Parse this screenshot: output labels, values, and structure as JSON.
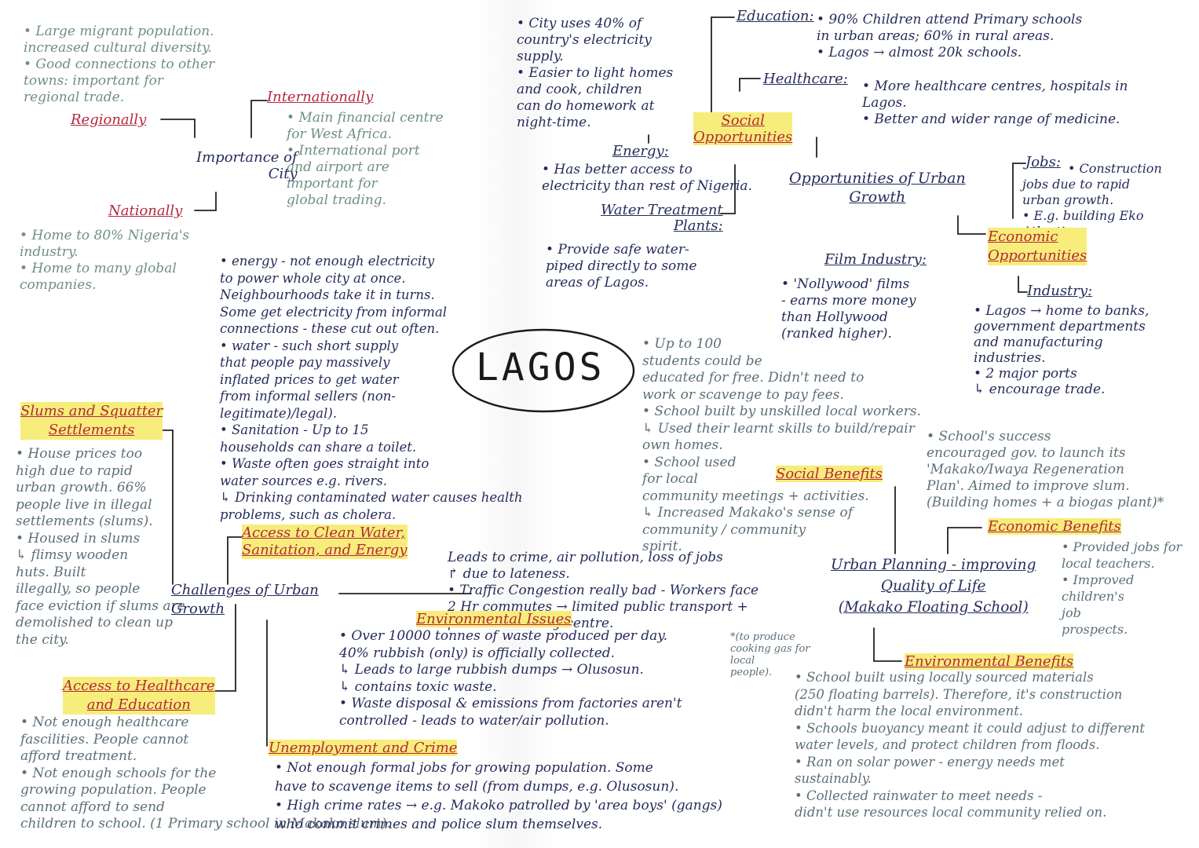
{
  "center": {
    "title": "LAGOS"
  },
  "importance": {
    "title": "Importance of\nCity",
    "regionally": {
      "label": "Regionally",
      "bullets": "• Large migrant population.\n  increased cultural diversity.\n• Good connections to other\n  towns: important for\n  regional trade."
    },
    "internationally": {
      "label": "Internationally",
      "bullets": "• Main financial centre\n  for West Africa.\n• International port\n  and airport are\n  important for\n  global trading."
    },
    "nationally": {
      "label": "Nationally",
      "bullets": "• Home to 80% Nigeria's\n  industry.\n• Home to many global\n  companies."
    }
  },
  "opportunities": {
    "title": "Opportunities of Urban\nGrowth",
    "social": {
      "label": "Social\nOpportunities",
      "education_label": "Education:",
      "education_text": "• 90% Children attend Primary schools\n  in urban areas; 60% in rural areas.\n• Lagos → almost 20k schools.",
      "healthcare_label": "Healthcare:",
      "healthcare_text": "• More healthcare centres, hospitals in\n  Lagos.\n• Better and wider range of medicine.",
      "electricity_text": "• City uses 40% of\n  country's electricity\n  supply.\n• Easier to light homes\n  and cook, children\n  can do homework at\n  night-time.",
      "energy_label": "Energy:",
      "energy_text": "• Has better access to\n  electricity than rest of Nigeria.",
      "water_label": "Water Treatment\nPlants:",
      "water_text": "• Provide safe water-\n  piped directly to some\n  areas of Lagos."
    },
    "economic": {
      "label": "Economic\nOpportunities",
      "jobs_label": "Jobs:",
      "jobs_text": "• Construction\n  jobs due to rapid\n  urban growth.\n• E.g. building Eko\n  Atlantic.",
      "film_label": "Film Industry:",
      "film_text": "• 'Nollywood' films\n  - earns more money\n  than Hollywood\n  (ranked higher).",
      "industry_label": "Industry:",
      "industry_text": "• Lagos → home to banks,\n  government departments\n  and manufacturing\n  industries.\n• 2 major ports\n  ↳ encourage trade."
    }
  },
  "challenges": {
    "title": "Challenges of Urban\nGrowth",
    "clean_water": {
      "label": "Access to Clean Water,\nSanitation, and Energy",
      "text": "• energy - not enough electricity\n  to power whole city at once.\n  Neighbourhoods take it in turns.\n  Some get electricity from informal\n  connections - these cut out often.\n• water - such short supply\n  that people pay massively\n  inflated prices to get water\n  from informal sellers (non-\n  legitimate)/legal).\n• Sanitation - Up to 15\n  households can share a toilet.\n• Waste often goes straight into\n  water sources e.g. rivers.\n  ↳ Drinking contaminated water causes health\n     problems, such as cholera."
    },
    "slums": {
      "label": "Slums and Squatter\nSettlements",
      "text": "• House prices too\n  high due to rapid\n  urban growth. 66%\n  people live in illegal\n  settlements (slums).\n• Housed in slums\n  ↳ flimsy wooden\n     huts. Built\n     illegally, so people\n     face eviction if slums are\n     demolished to clean up\n     the city."
    },
    "healthcare": {
      "label": "Access to Healthcare\nand Education",
      "text": "• Not enough healthcare\n  fascilities. People cannot\n  afford treatment.\n• Not enough schools for the\n  growing population. People\n  cannot afford to send\n  children to school. (1 Primary school in Makako slum)."
    },
    "environmental": {
      "label": "Environmental Issues",
      "traffic_text": "Leads to crime, air pollution, loss of jobs\n↱ due to lateness.\n• Traffic Congestion really bad - Workers face\n  2 Hr commutes → limited public transport +\n  poor links to city centre.",
      "waste_text": "• Over 10000 tonnes of waste produced per day.\n  40% rubbish (only) is officially collected.\n  ↳ Leads to large rubbish dumps → Olusosun.\n     ↳ contains toxic waste.\n• Waste disposal & emissions from factories aren't\n  controlled - leads to water/air pollution."
    },
    "unemployment": {
      "label": "Unemployment and Crime",
      "text": "• Not enough formal jobs for growing population. Some\n  have to scavenge items to sell (from dumps, e.g. Olusosun).\n• High crime rates → e.g. Makoko patrolled by 'area boys' (gangs)\n  who commit crimes and police slum themselves."
    }
  },
  "urban_planning": {
    "title": "Urban Planning - improving\nQuality of Life\n(Makako Floating School)",
    "social_benefits": {
      "label": "Social Benefits",
      "text": "• Up to 100\n  students could be\n  educated for free. Didn't need to\n  work or scavenge to pay fees.\n• School built by unskilled local workers.\n  ↳ Used their learnt skills to build/repair\n     own homes.\n• School used\n  for local\n  community meetings + activities.\n  ↳ Increased Makako's sense of\n     community / community\n     spirit."
    },
    "economic_benefits": {
      "label": "Economic Benefits",
      "success_text": "• School's success\n  encouraged gov. to launch its\n  'Makako/Iwaya Regeneration\n  Plan'. Aimed to improve slum.\n  (Building homes + a biogas plant)*",
      "jobs_text": "• Provided jobs for\n  local teachers.\n• Improved\n  children's\n  job\n  prospects."
    },
    "environmental_benefits": {
      "label": "Environmental Benefits",
      "biogas_note": "*(to produce\ncooking gas for\nlocal\npeople).",
      "text": "• School built using locally sourced materials\n  (250 floating barrels). Therefore, it's construction\n  didn't harm the local environment.\n• Schools buoyancy meant it could adjust to different\n  water levels, and protect children from floods.\n• Ran on solar power - energy needs met\n  sustainably.\n• Collected rainwater to meet needs -\n  didn't use resources local community relied on."
    }
  }
}
